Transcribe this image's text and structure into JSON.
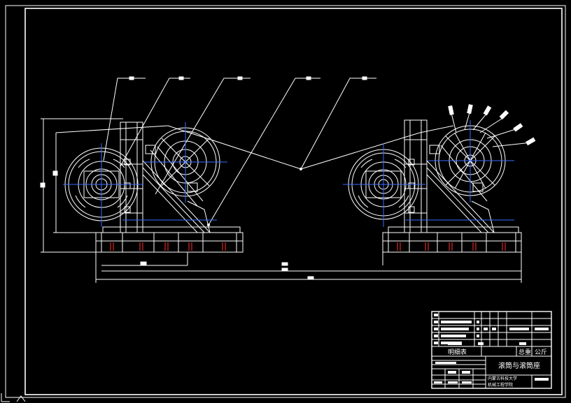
{
  "title_block": {
    "parts_list_label": "明细表",
    "total_weight_label": "总重",
    "weight_unit": "公斤",
    "drawing_title": "滚筒与滚筒座",
    "university": "内蒙古科技大学",
    "school": "机械工程学院"
  },
  "colors": {
    "background": "#000000",
    "lines": "#ffffff",
    "center_lines": "#3a6cff",
    "hatch": "#ff3030"
  }
}
